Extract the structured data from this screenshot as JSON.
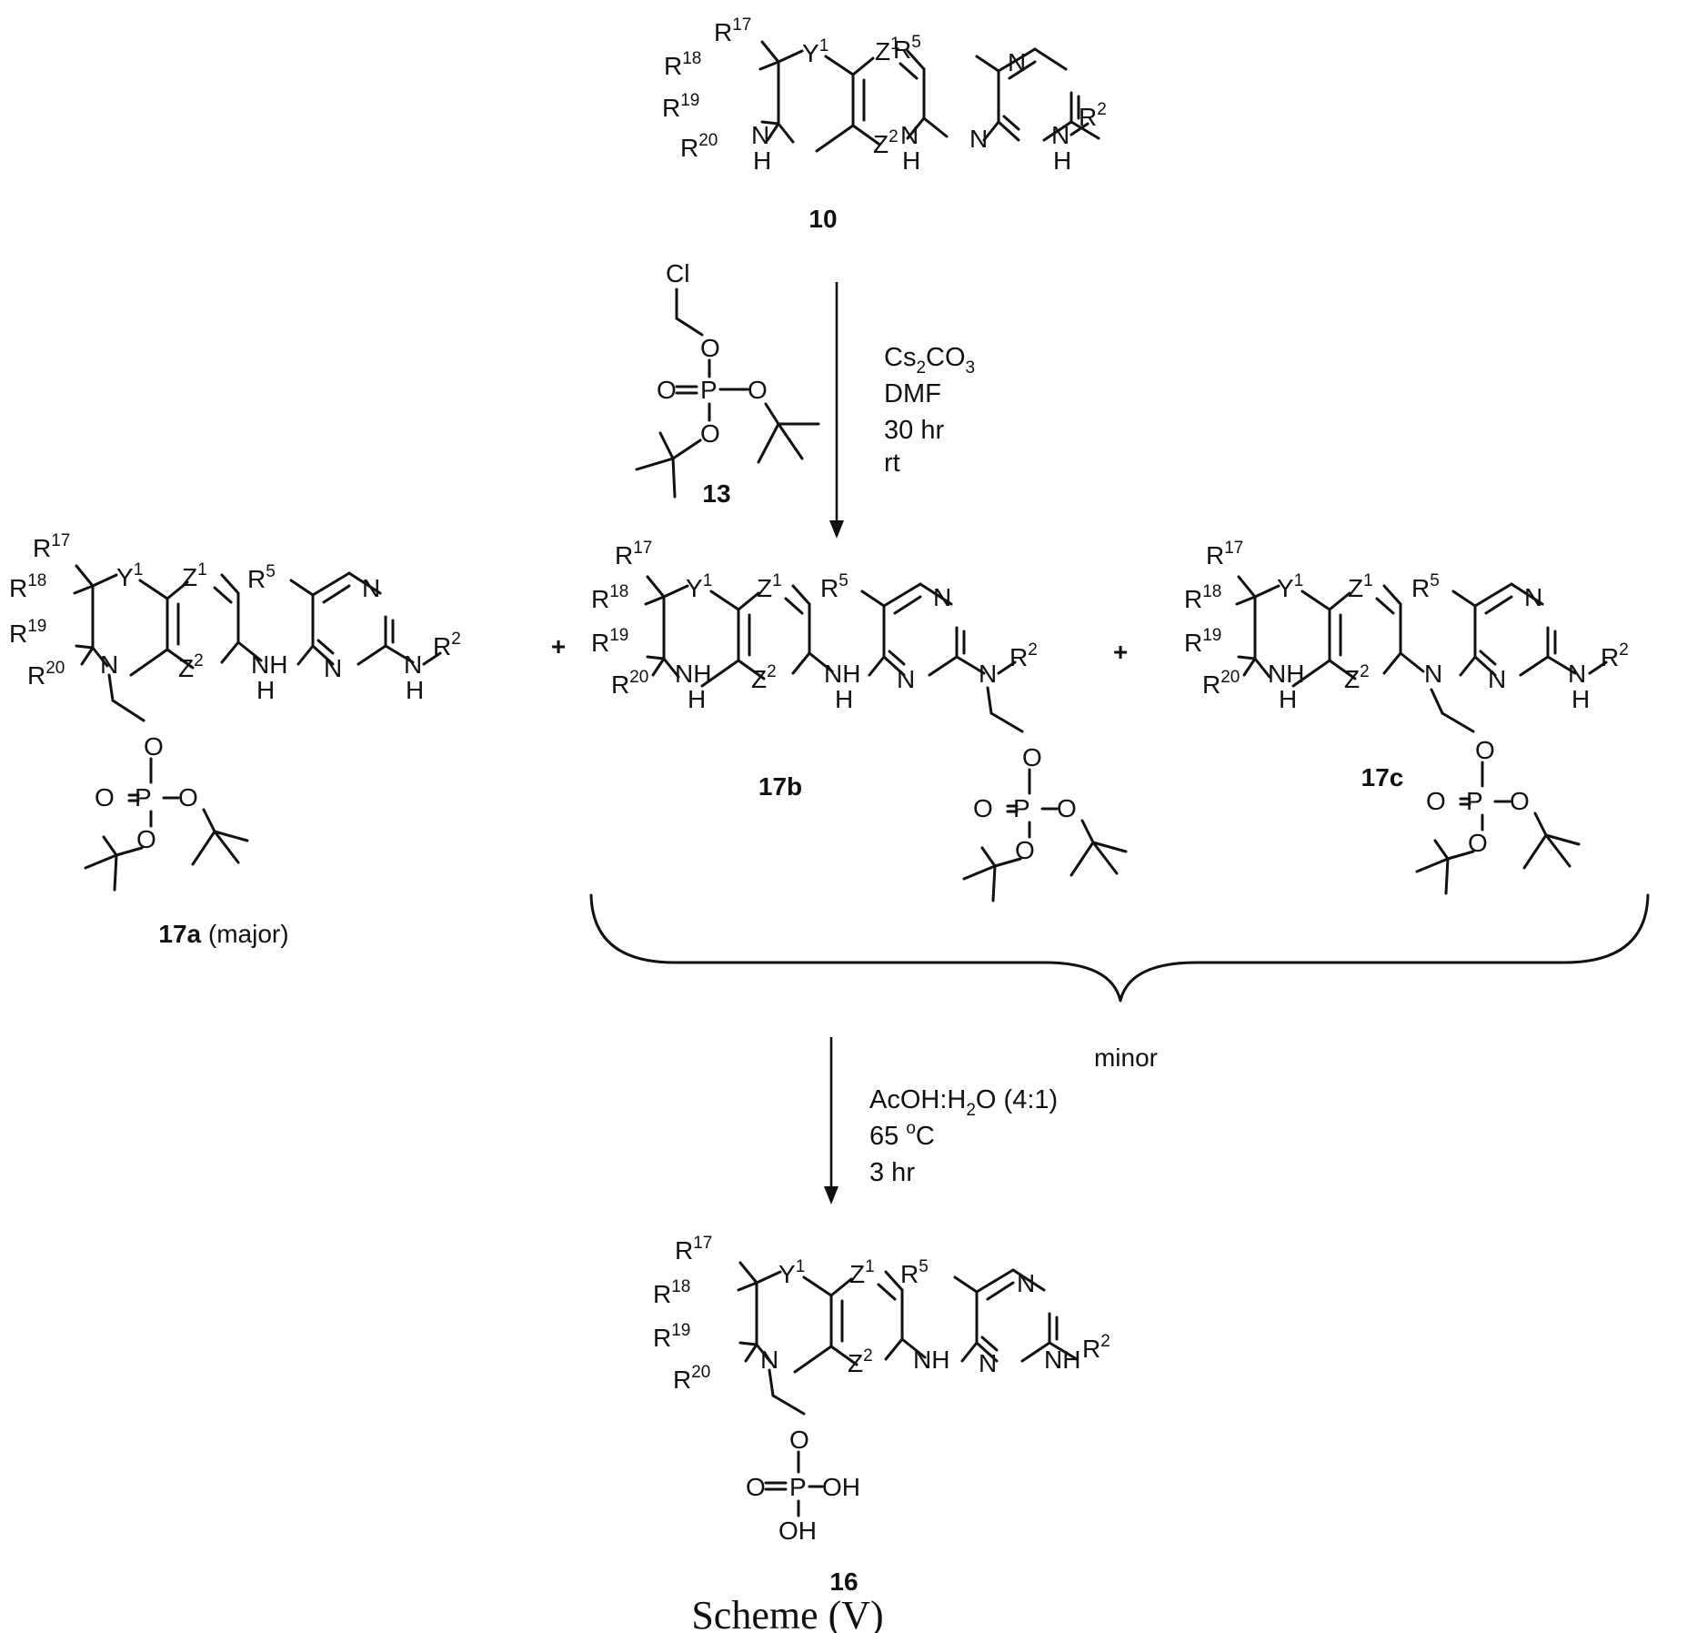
{
  "atom": {
    "R": "R",
    "Y": "Y",
    "Z": "Z",
    "N": "N",
    "O": "O",
    "P": "P",
    "H": "H",
    "NH": "NH",
    "OH": "OH",
    "Cl": "Cl",
    "s17": "17",
    "s18": "18",
    "s19": "19",
    "s20": "20",
    "s5": "5",
    "s2": "2",
    "s1": "1"
  },
  "compounds": {
    "c10": "10",
    "c13": "13",
    "c17a": "17a",
    "c17a_note": "(major)",
    "c17b": "17b",
    "c17c": "17c",
    "c16": "16"
  },
  "step1": {
    "base": "Cs",
    "base_sub": "2",
    "base_mid": "CO",
    "base_sub2": "3",
    "solvent": "DMF",
    "time": "30 hr",
    "temp": "rt"
  },
  "plus": "+",
  "minor": "minor",
  "step2": {
    "solvent_a": "AcOH:H",
    "solvent_sub": "2",
    "solvent_b": "O (4:1)",
    "temp_value": "65 ",
    "temp_deg": "o",
    "temp_unit": "C",
    "time": "3 hr"
  },
  "caption": "Scheme (V)"
}
